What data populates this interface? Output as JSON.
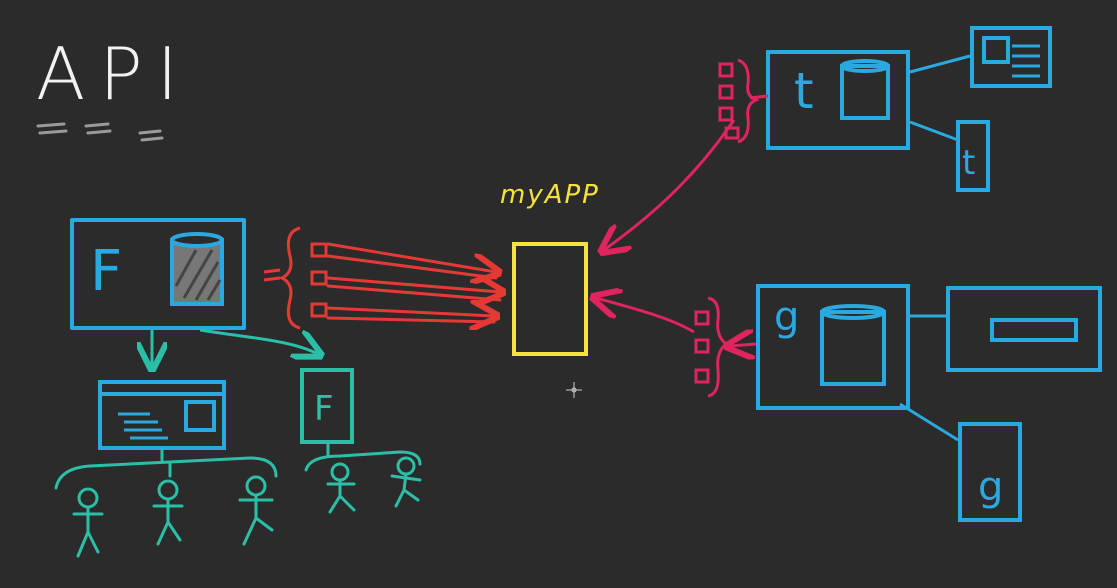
{
  "title": "API",
  "center_app": {
    "label": "myAPP"
  },
  "facebook": {
    "letter": "F",
    "profile_letter": "F"
  },
  "twitter": {
    "letter": "t",
    "profile_letter": "t"
  },
  "google": {
    "letter": "g",
    "profile_letter": "g"
  },
  "colors": {
    "background": "#2b2b2b",
    "title": "#f2f2f2",
    "blue": "#29a9e0",
    "teal": "#2bbfa7",
    "red": "#e53935",
    "pink": "#e0245e",
    "yellow": "#f6e23c",
    "cursor": "#cccccc"
  }
}
